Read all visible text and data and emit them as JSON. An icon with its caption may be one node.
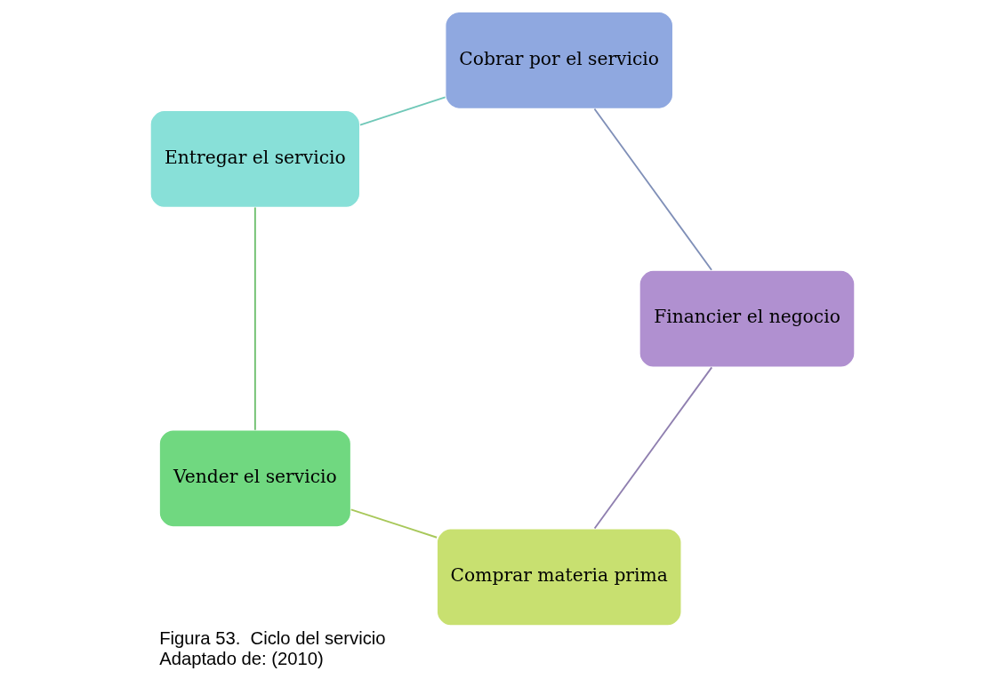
{
  "diagram": {
    "title": "Figura 53.  Ciclo del servicio",
    "caption": "Adaptado de: (2010)",
    "nodes": [
      {
        "text": [
          "Comprar materia prima"
        ]
      },
      {
        "text": [
          "Vender el servicio"
        ]
      },
      {
        "text": [
          "Entregar el servicio"
        ]
      },
      {
        "text": [
          "Cobrar por el servicio"
        ]
      },
      {
        "text": [
          "Financier el negocio"
        ]
      }
    ],
    "edges": [
      {
        "from": 0,
        "to": 1,
        "arrow": "none",
        "color": "#a8c85a"
      },
      {
        "from": 1,
        "to": 2,
        "arrow": "none",
        "color": "#70c070"
      },
      {
        "from": 2,
        "to": 3,
        "arrow": "none",
        "color": "#70c8b8"
      },
      {
        "from": 3,
        "to": 4,
        "arrow": "none",
        "color": "#8090b8"
      },
      {
        "from": 4,
        "to": 0,
        "arrow": "none",
        "color": "#9080b0"
      }
    ]
  }
}
